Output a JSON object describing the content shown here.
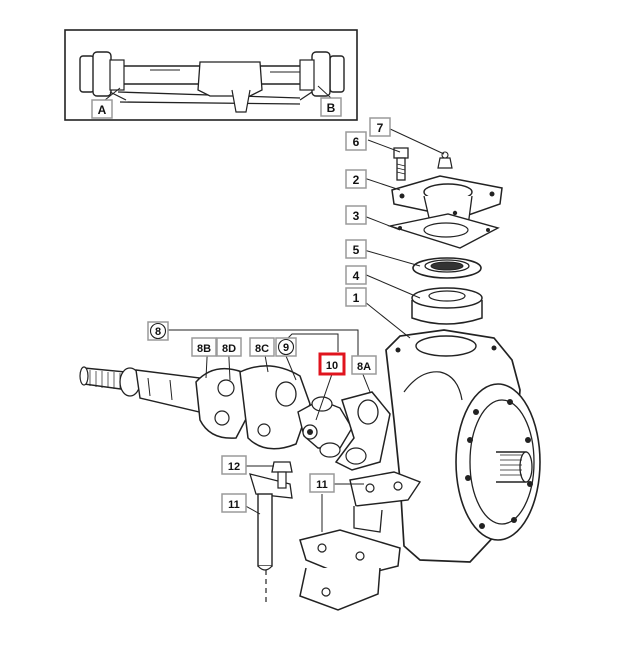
{
  "labels": {
    "A": "A",
    "B": "B",
    "n1": "1",
    "n2": "2",
    "n3": "3",
    "n4": "4",
    "n5": "5",
    "n6": "6",
    "n7": "7",
    "n8": "8",
    "n8A": "8A",
    "n8B": "8B",
    "n8C": "8C",
    "n8D": "8D",
    "n9": "9",
    "n10": "10",
    "n11a": "11",
    "n11b": "11",
    "n12": "12"
  },
  "highlight_color": "#e0141e",
  "label_box_color": "#9a9a9a",
  "line_color": "#222222"
}
